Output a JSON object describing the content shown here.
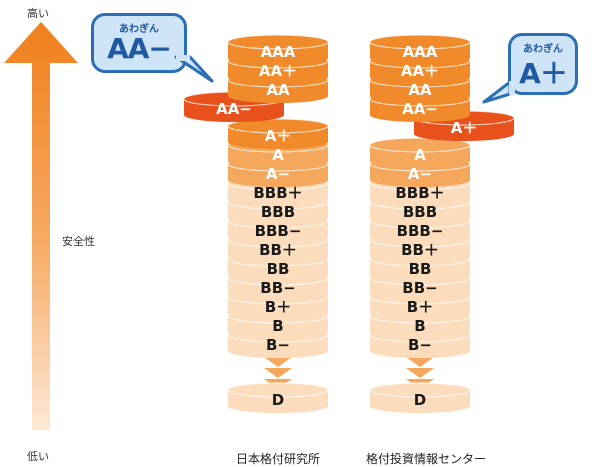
{
  "safety_axis": {
    "high_label": "高い",
    "middle_label": "安全性",
    "low_label": "低い"
  },
  "columns": [
    {
      "label": "日本格付研究所",
      "grades": [
        "AAA",
        "AA＋",
        "AA",
        "A＋",
        "A",
        "A−",
        "BBB＋",
        "BBB",
        "BBB−",
        "BB＋",
        "BB",
        "BB−",
        "B＋",
        "B",
        "B−",
        "D"
      ],
      "highlight": {
        "grade": "AA−",
        "brand": "あわぎん",
        "bubble_grade": "AA−"
      }
    },
    {
      "label": "格付投資情報センター",
      "grades": [
        "AAA",
        "AA＋",
        "AA",
        "AA−",
        "A",
        "A−",
        "BBB＋",
        "BBB",
        "BBB−",
        "BB＋",
        "BB",
        "BB−",
        "B＋",
        "B",
        "B−",
        "D"
      ],
      "highlight": {
        "grade": "A＋",
        "brand": "あわぎん",
        "bubble_grade": "A＋"
      }
    }
  ],
  "colors": {
    "top_orange": "#f08a2a",
    "mid_orange": "#f5a75c",
    "pale_orange": "#fbdcbc",
    "highlight_red": "#e8501c",
    "bubble_blue": "#2a6fb5",
    "bubble_fill": "#cfe4f7"
  }
}
